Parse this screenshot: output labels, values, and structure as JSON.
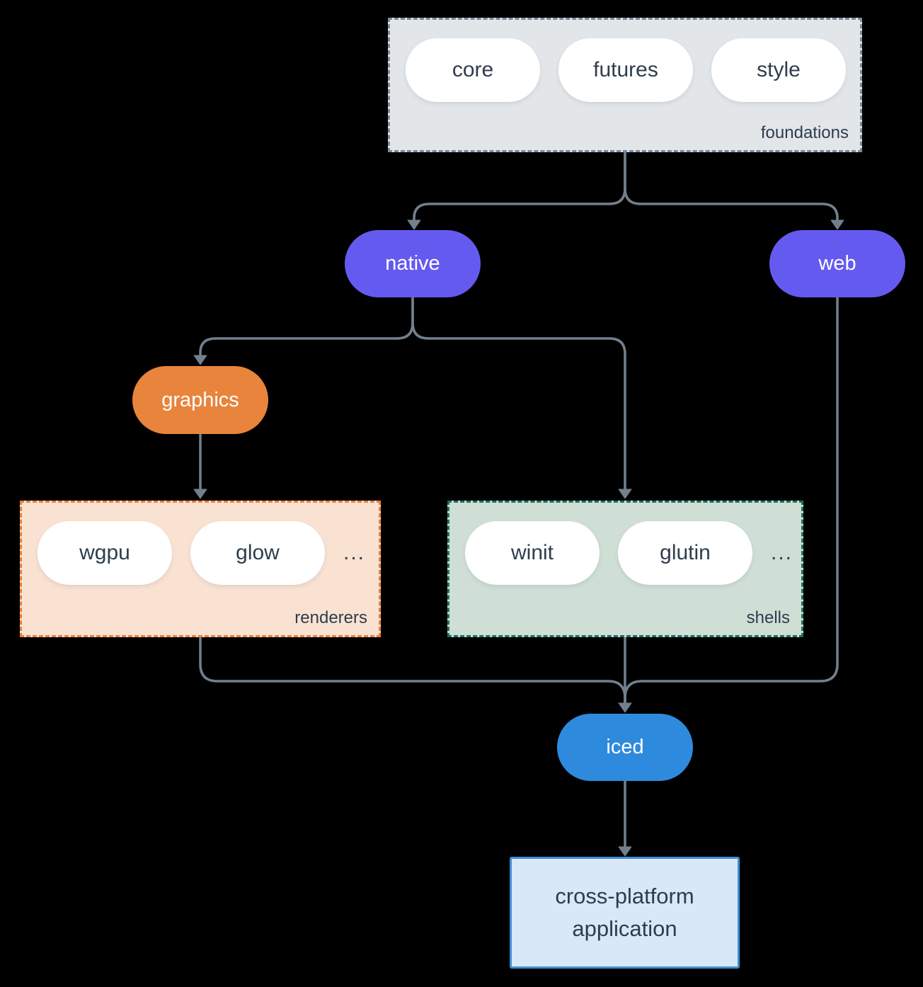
{
  "colors": {
    "bg": "#000000",
    "line": "#72808e",
    "node-text": "#ffffff",
    "dark-text": "#2e3d4d",
    "purple": "#655af0",
    "orange": "#e8843c",
    "blue": "#2e8add",
    "foundations-bg": "#e2e6e9",
    "foundations-border": "#7b8a9c",
    "renderers-bg": "#f9e2d2",
    "renderers-border": "#e8813a",
    "shells-bg": "#cfdfd6",
    "shells-border": "#1e6f60",
    "app-bg": "#d8e8f8",
    "app-border": "#3e8fd2",
    "pill-bg": "#ffffff"
  },
  "diagram": {
    "foundations": {
      "label": "foundations",
      "items": [
        "core",
        "futures",
        "style"
      ]
    },
    "renderers": {
      "label": "renderers",
      "items": [
        "wgpu",
        "glow"
      ],
      "ellipsis": "..."
    },
    "shells": {
      "label": "shells",
      "items": [
        "winit",
        "glutin"
      ],
      "ellipsis": "..."
    },
    "nodes": {
      "native": "native",
      "web": "web",
      "graphics": "graphics",
      "iced": "iced",
      "application": "cross-platform application"
    }
  }
}
